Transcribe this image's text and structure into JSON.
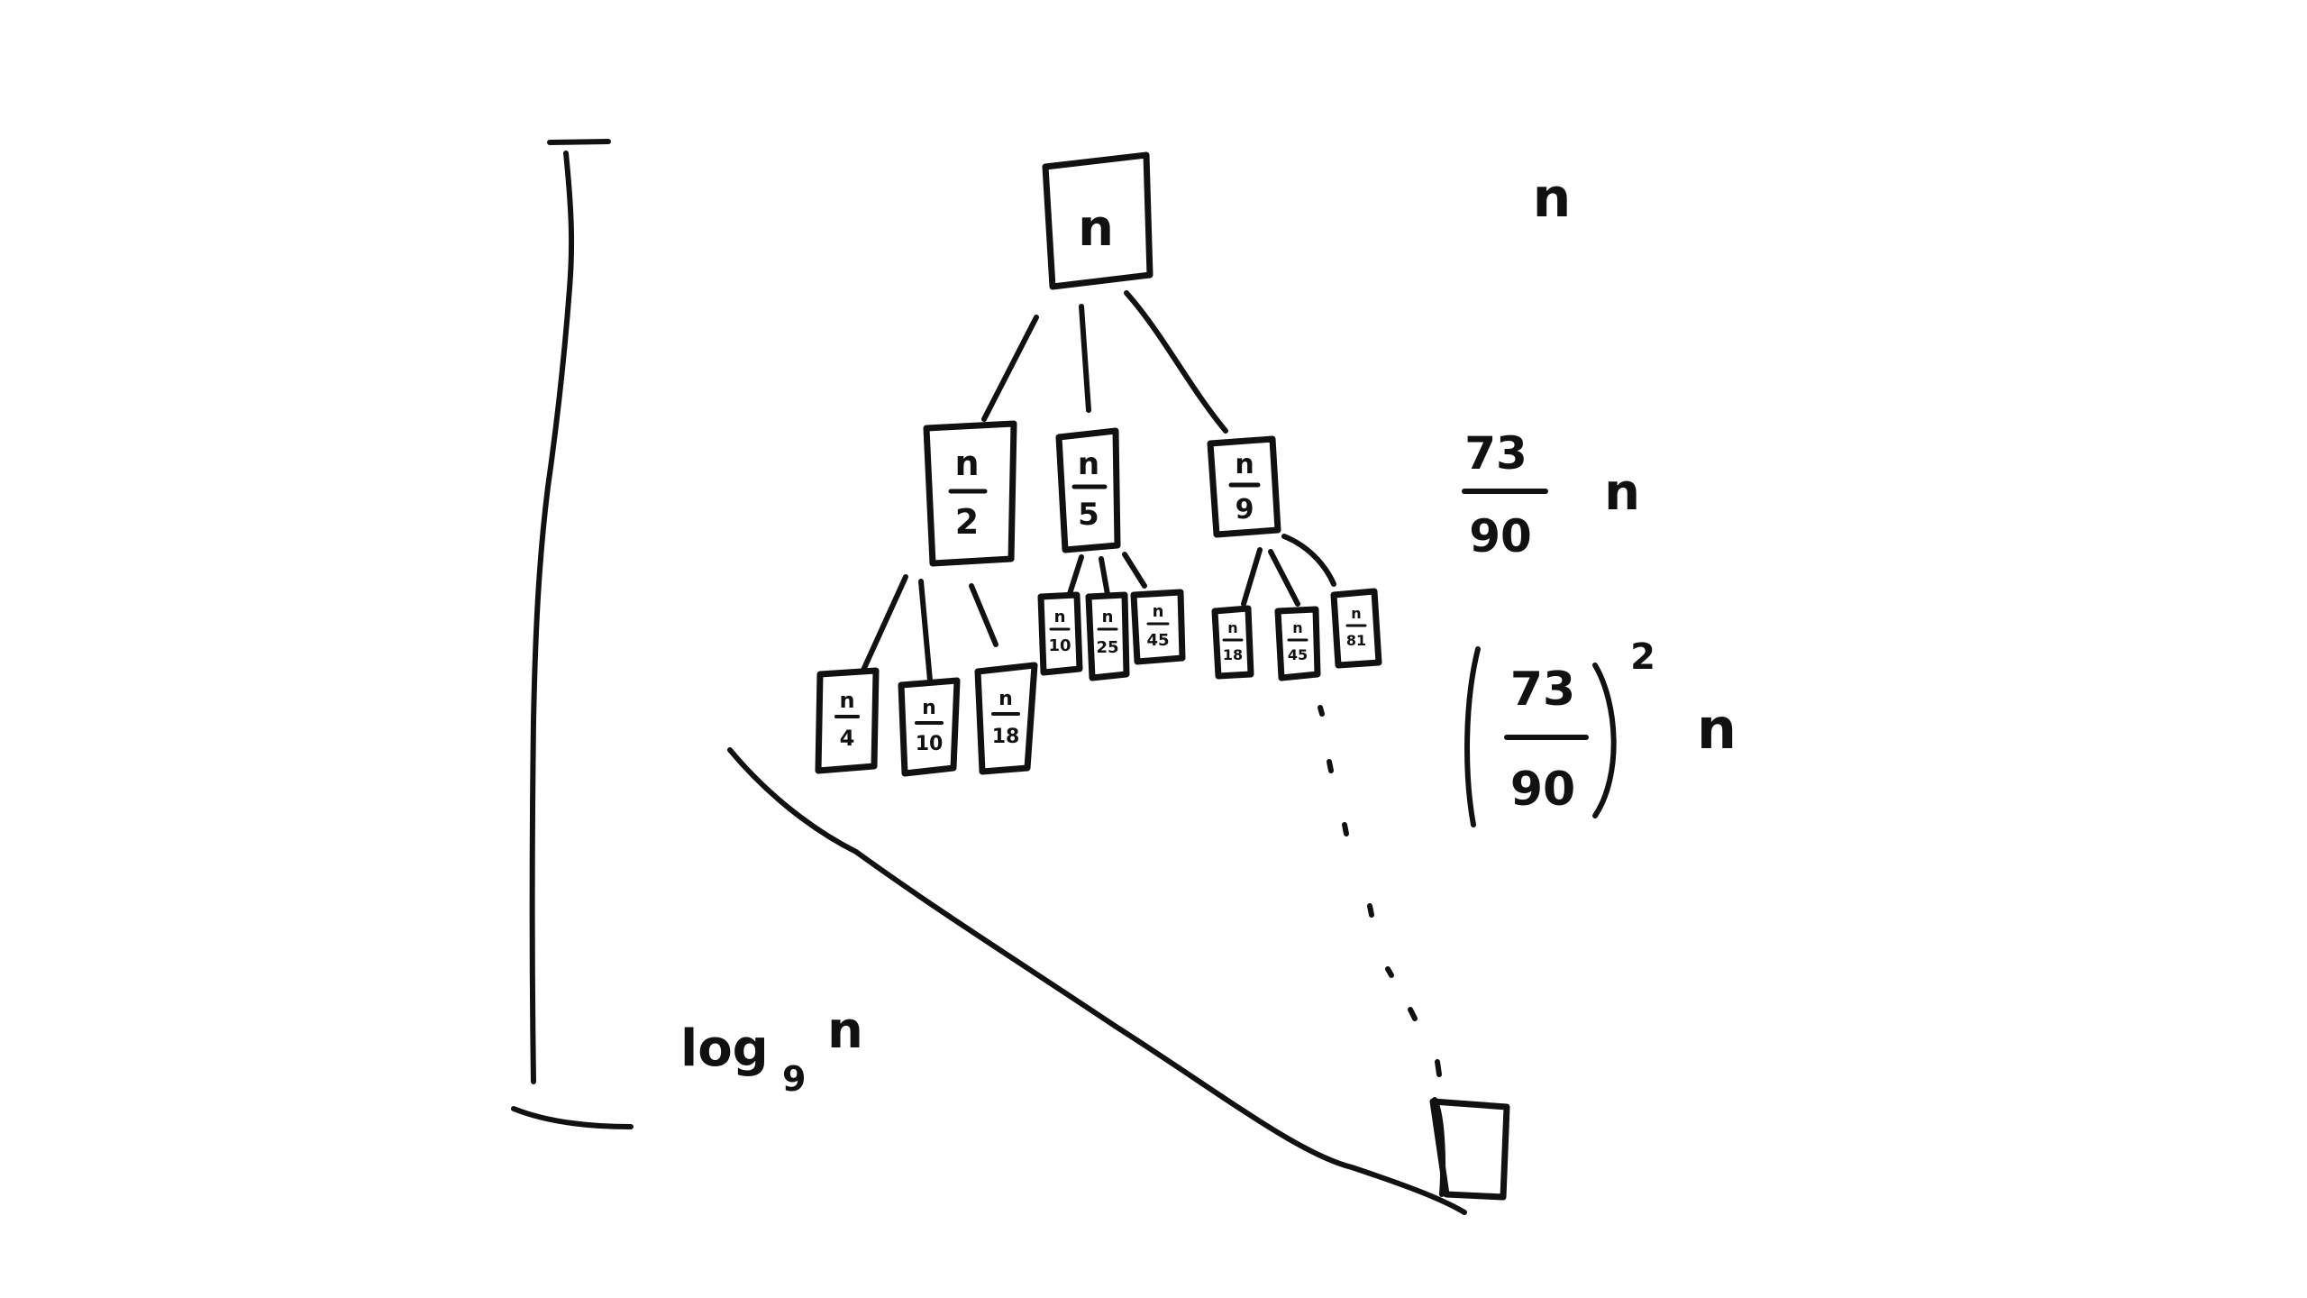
{
  "tree": {
    "root": {
      "label": "n"
    },
    "level1": [
      {
        "num": "n",
        "den": "2"
      },
      {
        "num": "n",
        "den": "5"
      },
      {
        "num": "n",
        "den": "9"
      }
    ],
    "level2_left": [
      {
        "num": "n",
        "den": "4"
      },
      {
        "num": "n",
        "den": "10"
      },
      {
        "num": "n",
        "den": "18"
      }
    ],
    "level2_mid": [
      {
        "num": "n",
        "den": "10"
      },
      {
        "num": "n",
        "den": "25"
      },
      {
        "num": "n",
        "den": "45"
      }
    ],
    "level2_right": [
      {
        "num": "n",
        "den": "18"
      },
      {
        "num": "n",
        "den": "45"
      },
      {
        "num": "n",
        "den": "81"
      }
    ]
  },
  "level_costs": {
    "row0": {
      "text": "n"
    },
    "row1": {
      "num": "73",
      "den": "90",
      "suffix": "n"
    },
    "row2": {
      "num": "73",
      "den": "90",
      "exponent": "2",
      "suffix": "n"
    }
  },
  "height_label": {
    "base": "log",
    "subscript": "9",
    "arg": "n"
  }
}
